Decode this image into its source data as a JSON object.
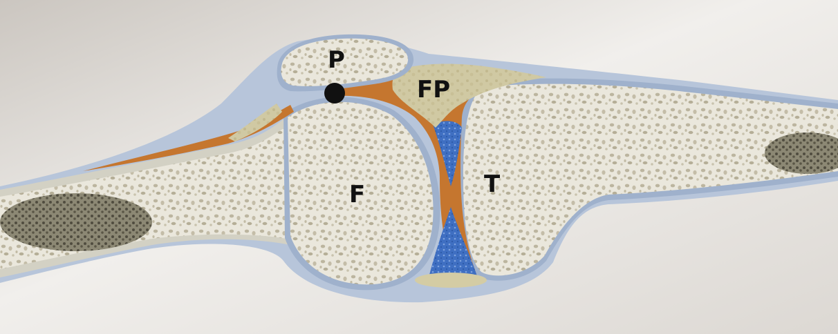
{
  "colors": {
    "background_light": "#f4f3f1",
    "background_dark": "#c9c4be",
    "border_top": "#6fa6d6",
    "bone_cortex": "#d6d4c8",
    "bone_spongy": "#e9e6da",
    "bone_pores": "#b9b29c",
    "marrow_dark": "#6e6a58",
    "cartilage_blue": "#9fb3cf",
    "capsule_blue": "#b9c8dd",
    "fibrous_orange": "#c5762f",
    "fat_pad": "#cfc8a2",
    "joint_fluid_blue": "#3f6fc2",
    "marker": "#111111"
  },
  "labels": {
    "patella": "P",
    "fat_pad": "FP",
    "femur": "F",
    "tibia": "T"
  }
}
